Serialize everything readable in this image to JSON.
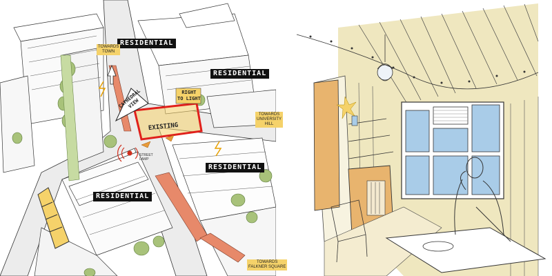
{
  "left_sketch": {
    "residential_labels": [
      "RESIDENTIAL",
      "RESIDENTIAL",
      "RESIDENTIAL",
      "RESIDENTIAL"
    ],
    "existing_label": "EXISTING",
    "cathedral_view_label": "CATHEDRAL\nVIEW",
    "right_to_light_label": "RIGHT\nTO LIGHT",
    "street_label": "STREET\nLAMP",
    "towards_town": "TOWARDS\nTOWN",
    "towards_university": "TOWARDS\nUNIVERSITY\nHILL",
    "towards_square": "TOWARDS\nFALKNER SQUARE"
  },
  "colors": {
    "site_outline": "#e0201b",
    "terrace_orange": "#e7896a",
    "tree_green": "#a8c27a",
    "highlight_yellow": "#f5d26a",
    "window_blue": "#a9cce8",
    "wood_tan": "#e8b46e",
    "wall_cream": "#efe7bf"
  }
}
